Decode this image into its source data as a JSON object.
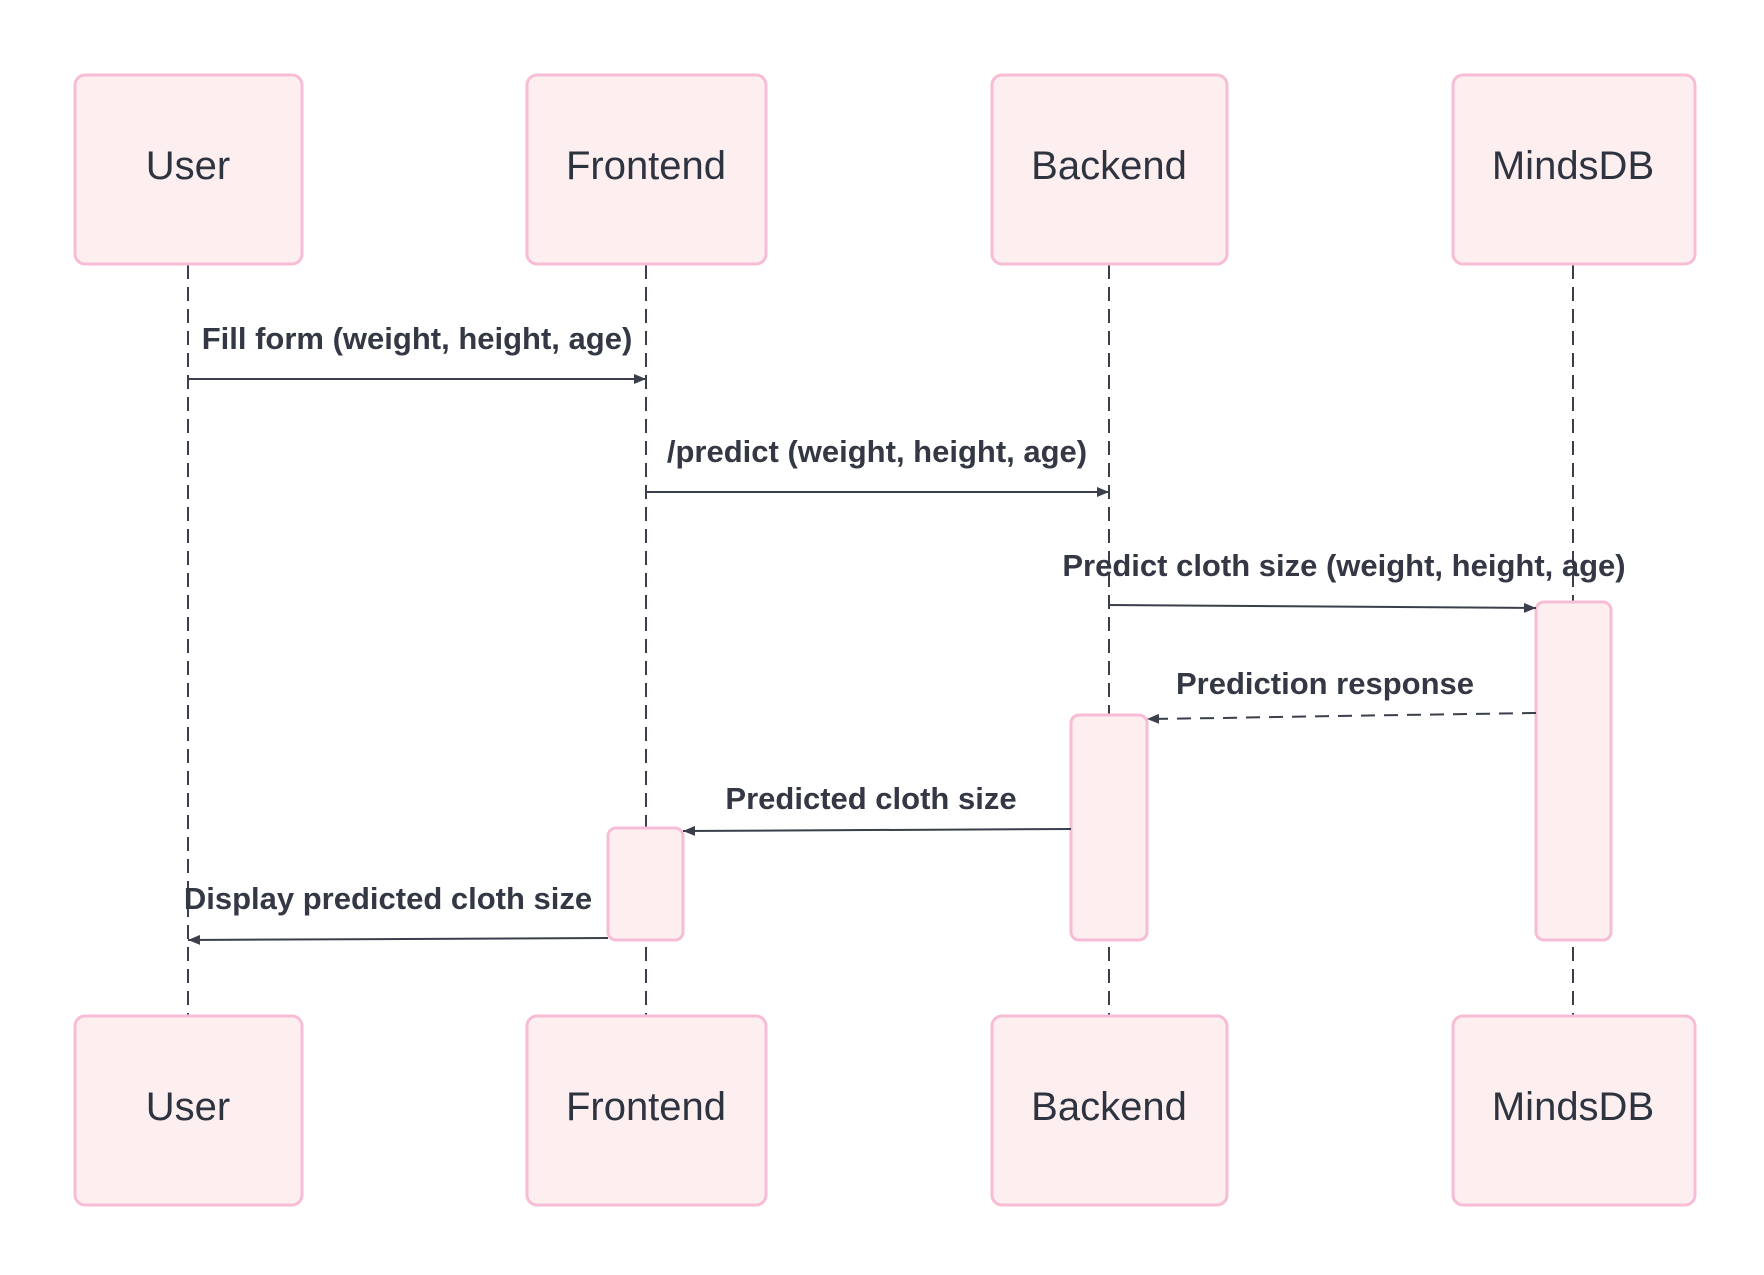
{
  "colors": {
    "box_fill": "#fdeef0",
    "box_stroke": "#f7bcd6",
    "line": "#3a3f4b",
    "text": "#2e3340"
  },
  "participants": [
    {
      "id": "user",
      "label": "User"
    },
    {
      "id": "frontend",
      "label": "Frontend"
    },
    {
      "id": "backend",
      "label": "Backend"
    },
    {
      "id": "mindsdb",
      "label": "MindsDB"
    }
  ],
  "messages": [
    {
      "from": "user",
      "to": "frontend",
      "label": "Fill form (weight, height, age)",
      "style": "solid"
    },
    {
      "from": "frontend",
      "to": "backend",
      "label": "/predict (weight, height, age)",
      "style": "solid"
    },
    {
      "from": "backend",
      "to": "mindsdb",
      "label": "Predict cloth size (weight, height, age)",
      "style": "solid"
    },
    {
      "from": "mindsdb",
      "to": "backend",
      "label": "Prediction response",
      "style": "dashed"
    },
    {
      "from": "backend",
      "to": "frontend",
      "label": "Predicted cloth size",
      "style": "solid"
    },
    {
      "from": "frontend",
      "to": "user",
      "label": "Display predicted cloth size",
      "style": "solid"
    }
  ]
}
